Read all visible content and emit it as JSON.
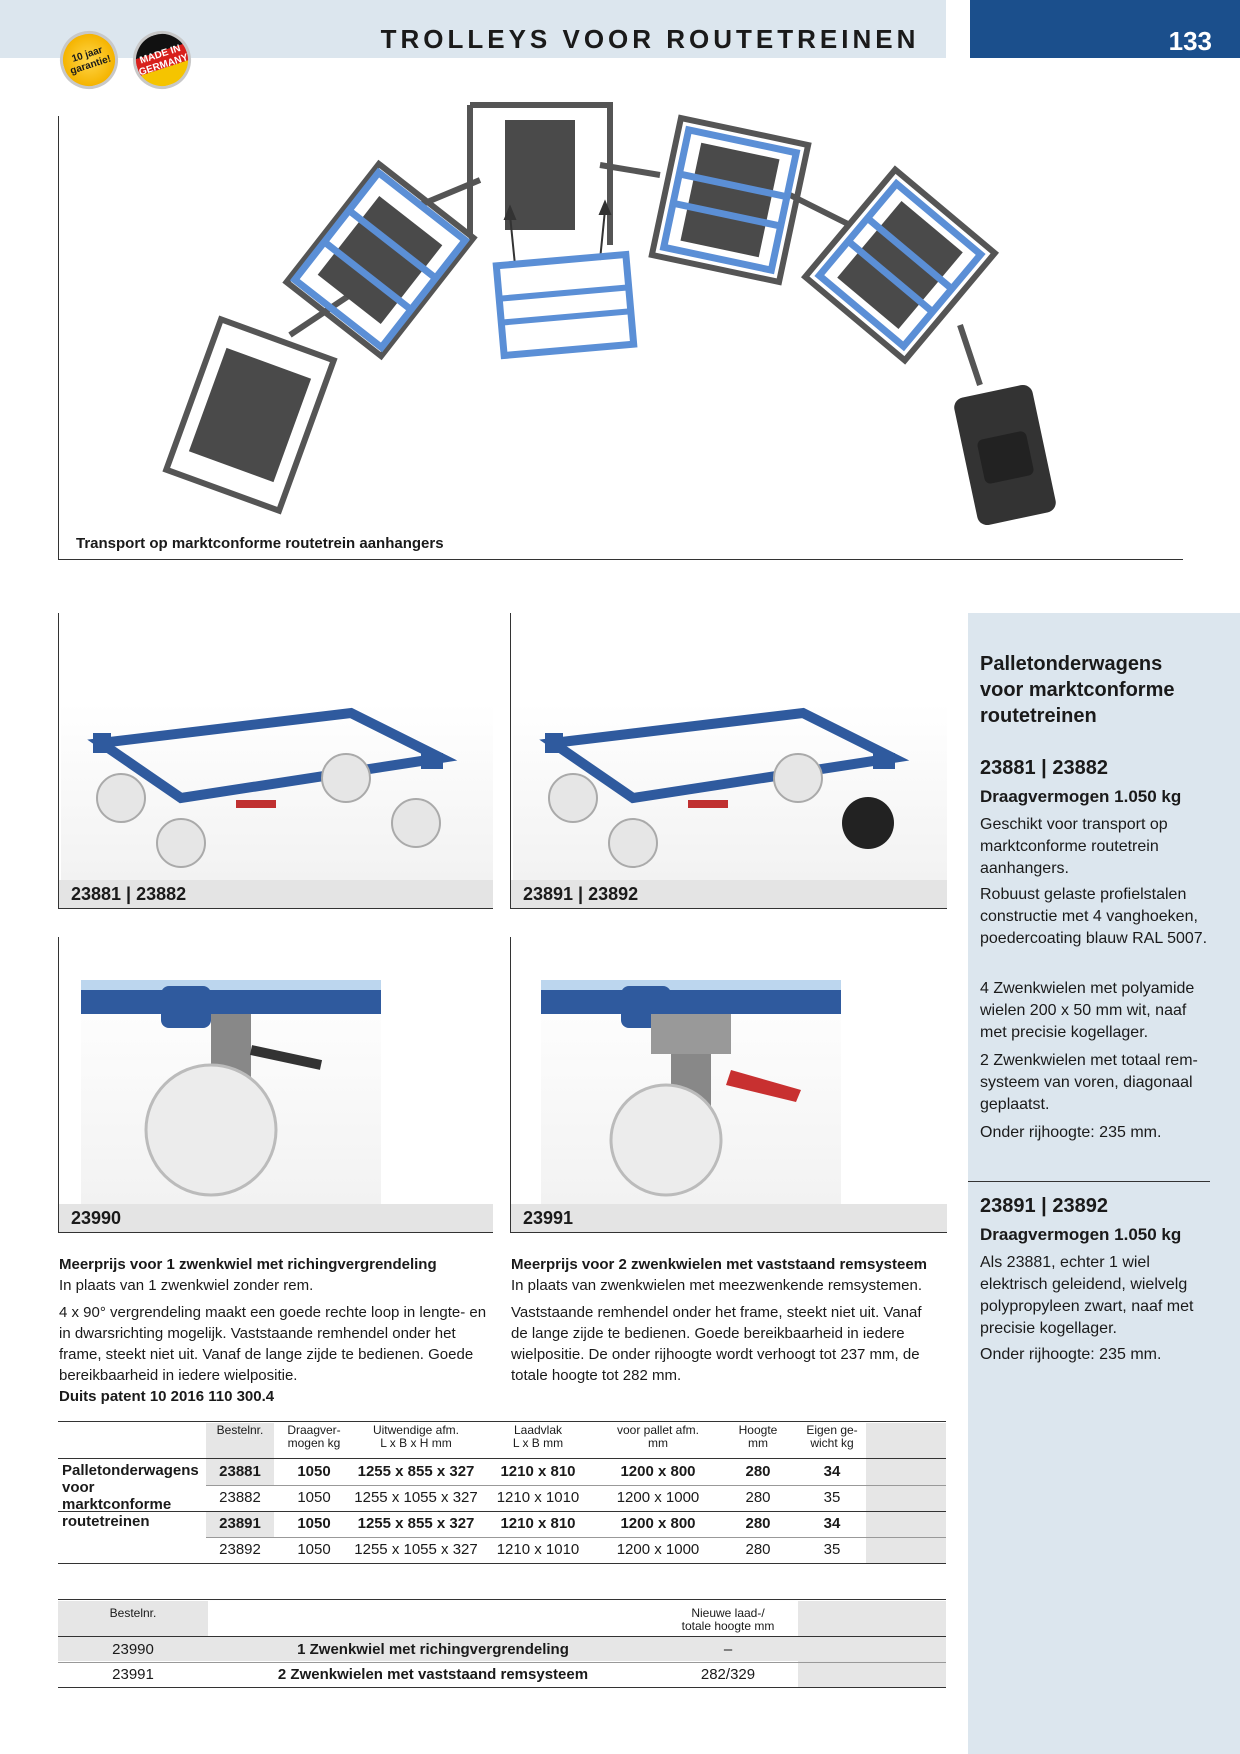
{
  "header": {
    "title": "TROLLEYS VOOR ROUTETREINEN",
    "page_number": "133",
    "badge_warranty": "10 jaar garantie!",
    "badge_made_in": "MADE IN GERMANY"
  },
  "hero": {
    "caption": "Transport op marktconforme routetrein aanhangers"
  },
  "panels": {
    "p1_caption": "23881 | 23882",
    "p2_caption": "23891 | 23892",
    "p3_caption": "23990",
    "p4_caption": "23991"
  },
  "body_left": {
    "heading": "Meerprijs voor 1 zwenkwiel met richingvergrendeling",
    "line1": "In plaats van 1 zwenkwiel zonder rem.",
    "para": "4 x 90° vergrendeling maakt een goede rechte loop in lengte- en in dwarsrichting mogelijk. Vaststaande remhendel onder het frame, steekt niet uit. Vanaf de lange zijde te bedienen. Goede bereikbaarheid in iedere wielpositie.",
    "patent": "Duits patent 10 2016 110 300.4"
  },
  "body_right": {
    "heading": "Meerprijs voor 2 zwenkwielen met vaststaand remsysteem",
    "line1": "In plaats van zwenkwielen met meezwenkende remsystemen.",
    "para": "Vaststaande remhendel onder het frame, steekt niet uit. Vanaf de lange zijde te bedienen. Goede bereikbaarheid in iedere wielpositie. De onder rijhoogte wordt verhoogt tot 237 mm, de totale hoogte tot 282 mm."
  },
  "sidebar": {
    "title": "Palletonderwagens voor marktconforme routetreinen",
    "s1_code": "23881 | 23882",
    "s1_capacity": "Draagvermogen 1.050 kg",
    "s1_p1": "Geschikt voor transport op marktconforme routetrein aanhangers.",
    "s1_p2": "Robuust gelaste profielstalen constructie met 4 vanghoeken, poedercoating blauw RAL 5007.",
    "s1_p3": "4 Zwenkwielen met polyamide wielen 200 x  50 mm wit, naaf met precisie kogellager.",
    "s1_p4": "2 Zwenkwielen met totaal rem-systeem van voren, diagonaal geplaatst.",
    "s1_p5": "Onder rijhoogte: 235 mm.",
    "s2_code": "23891 | 23892",
    "s2_capacity": "Draagvermogen 1.050 kg",
    "s2_p1": "Als 23881, echter 1 wiel elektrisch geleidend, wielvelg polypropyleen zwart, naaf met precisie kogellager.",
    "s2_p2": "Onder rijhoogte: 235 mm."
  },
  "table1": {
    "headers": [
      "Bestelnr.",
      "Draagver-\nmogen kg",
      "Uitwendige afm.\nL x B x H mm",
      "Laadvlak\nL x B mm",
      "voor pallet afm.\nmm",
      "Hoogte\nmm",
      "Eigen ge-\nwicht kg"
    ],
    "row_label": "Palletonderwagens voor marktconforme routetreinen",
    "rows": [
      [
        "23881",
        "1050",
        "1255 x 855 x 327",
        "1210 x 810",
        "1200 x 800",
        "280",
        "34"
      ],
      [
        "23882",
        "1050",
        "1255 x 1055 x 327",
        "1210 x 1010",
        "1200 x 1000",
        "280",
        "35"
      ],
      [
        "23891",
        "1050",
        "1255 x 855 x 327",
        "1210 x 810",
        "1200 x 800",
        "280",
        "34"
      ],
      [
        "23892",
        "1050",
        "1255 x 1055 x 327",
        "1210 x 1010",
        "1200 x 1000",
        "280",
        "35"
      ]
    ]
  },
  "table2": {
    "headers": [
      "Bestelnr.",
      "",
      "Nieuwe laad-/\ntotale hoogte mm"
    ],
    "rows": [
      [
        "23990",
        "1 Zwenkwiel met richingvergrendeling",
        "–"
      ],
      [
        "23991",
        "2 Zwenkwielen met vaststaand remsysteem",
        "282/329"
      ]
    ]
  },
  "colors": {
    "brand_blue": "#1b4f8c",
    "sidebar_bg": "#dce6ee",
    "trolley_blue": "#2f5a9e",
    "frame_grey": "#555555"
  }
}
